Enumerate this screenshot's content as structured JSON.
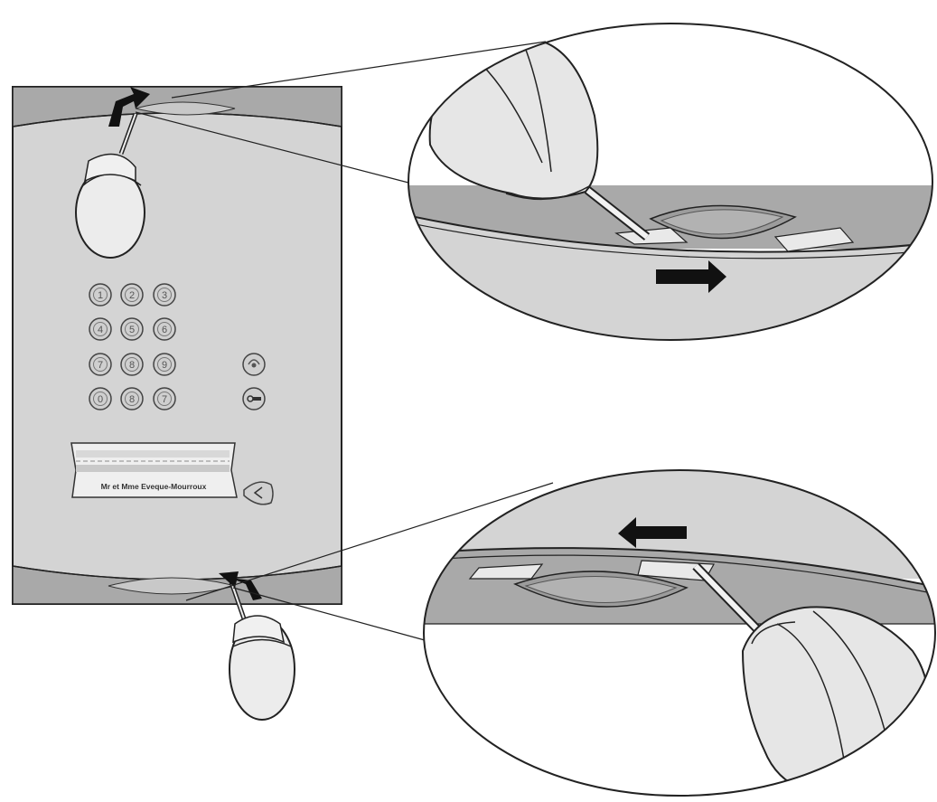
{
  "diagram": {
    "colors": {
      "panel": "#d4d4d4",
      "stroke": "#222222",
      "band": "#a9a9a9",
      "light": "#e8e8e8",
      "arrow": "#111111"
    },
    "keypad": {
      "digits": [
        "1",
        "2",
        "3",
        "4",
        "5",
        "6",
        "7",
        "8",
        "9",
        "0",
        "8",
        "7"
      ],
      "function_keys": [
        "bell-icon",
        "key-icon"
      ]
    },
    "nameplate": {
      "label": "Mr et Mme Eveque-Mourroux"
    },
    "call_button": {
      "icon": "chevron-left-icon"
    },
    "direction_arrows": [
      {
        "name": "direction-arrow-right",
        "direction": "right"
      },
      {
        "name": "direction-arrow-left",
        "direction": "left"
      }
    ]
  }
}
